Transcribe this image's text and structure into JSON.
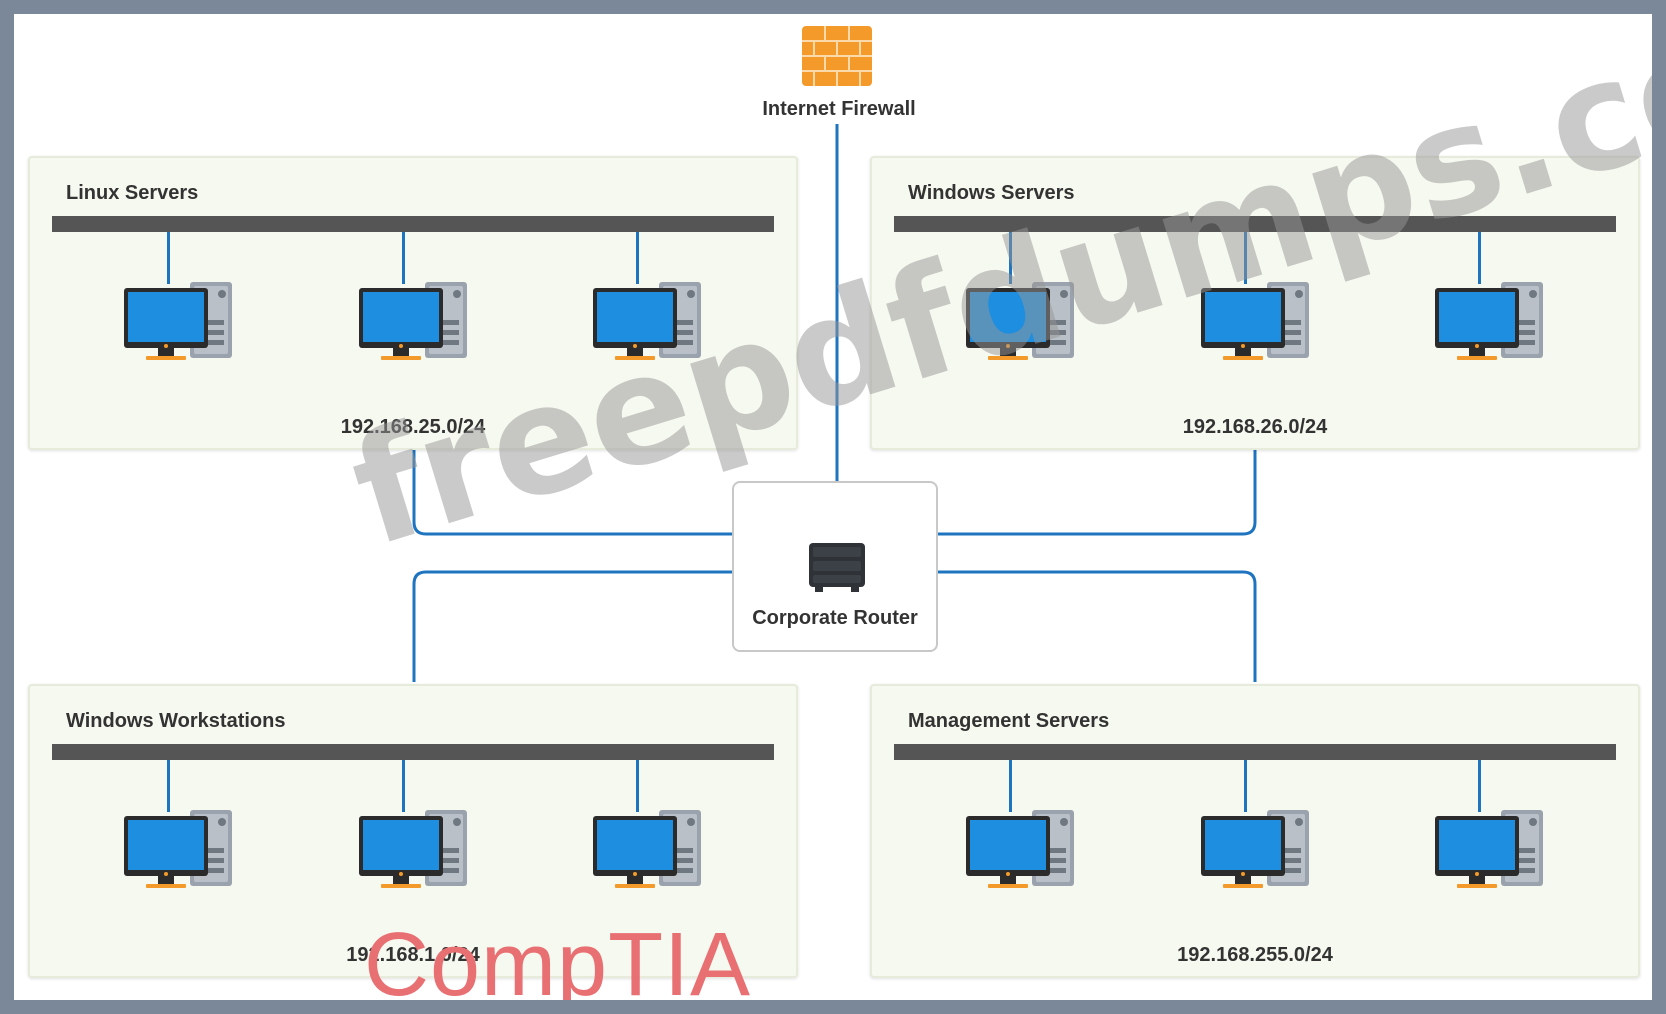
{
  "firewall": {
    "label": "Internet Firewall"
  },
  "router": {
    "label": "Corporate Router"
  },
  "segments": [
    {
      "name": "Linux Servers",
      "subnet": "192.168.25.0/24"
    },
    {
      "name": "Windows Servers",
      "subnet": "192.168.26.0/24"
    },
    {
      "name": "Windows Workstations",
      "subnet": "192.168.1.0/24"
    },
    {
      "name": "Management Servers",
      "subnet": "192.168.255.0/24"
    }
  ],
  "hosts_per_segment": 3,
  "watermark": "freepdfdumps.com",
  "brand": "CompTIA",
  "colors": {
    "link": "#1f74c0",
    "bus": "#555555",
    "firewall": "#f39a2b",
    "monitor": "#1d8ee0",
    "panel": "#f6f9ef",
    "brand": "#e86f72"
  },
  "icons": {
    "firewall": "brick-wall-icon",
    "router": "router-icon",
    "host": "desktop-computer-icon"
  }
}
